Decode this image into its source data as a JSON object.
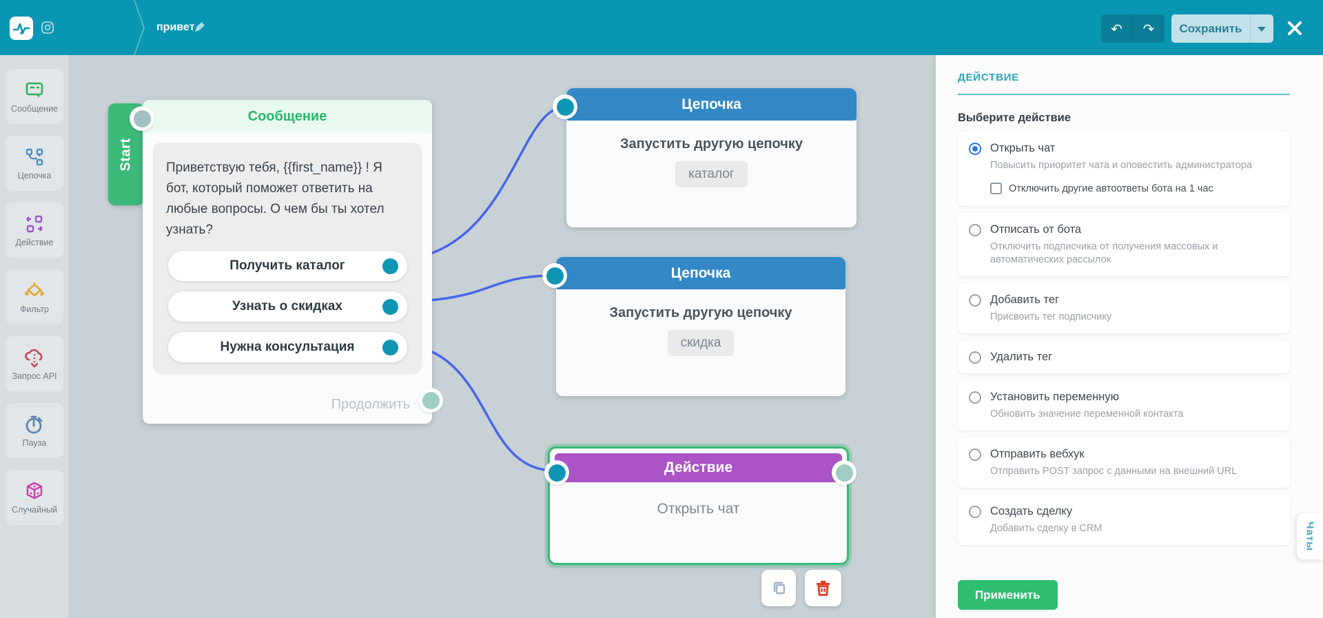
{
  "topbar": {
    "title": "привет",
    "save_label": "Сохранить"
  },
  "sidebar": {
    "items": [
      {
        "label": "Сообщение"
      },
      {
        "label": "Цепочка"
      },
      {
        "label": "Действие"
      },
      {
        "label": "Фильтр"
      },
      {
        "label": "Запрос API"
      },
      {
        "label": "Пауза"
      },
      {
        "label": "Случайный"
      }
    ]
  },
  "canvas": {
    "start_label": "Start",
    "message_node": {
      "title": "Сообщение",
      "body": "Приветствую тебя, {{first_name}} ! Я бот, который поможет ответить на любые вопросы. О чем бы ты хотел узнать?",
      "buttons": [
        "Получить каталог",
        "Узнать о скидках",
        "Нужна консультация"
      ],
      "continue_label": "Продолжить"
    },
    "chain_node_1": {
      "title": "Цепочка",
      "action": "Запустить другую цепочку",
      "target": "каталог"
    },
    "chain_node_2": {
      "title": "Цепочка",
      "action": "Запустить другую цепочку",
      "target": "скидка"
    },
    "action_node": {
      "title": "Действие",
      "action": "Открыть чат"
    }
  },
  "panel": {
    "header": "ДЕЙСТВИЕ",
    "section_label": "Выберите действие",
    "apply_label": "Применить",
    "options": [
      {
        "title": "Открыть чат",
        "subtitle": "Повысить приоритет чата и оповестить администратора",
        "checkbox_label": "Отключить другие автоответы бота на 1 час",
        "selected": true
      },
      {
        "title": "Отписать от бота",
        "subtitle": "Отключить подписчика от получения массовых и автоматических рассылок",
        "selected": false
      },
      {
        "title": "Добавить тег",
        "subtitle": "Присвоить тег подписчику",
        "selected": false
      },
      {
        "title": "Удалить тег",
        "selected": false
      },
      {
        "title": "Установить переменную",
        "subtitle": "Обновить значение переменной контакта",
        "selected": false
      },
      {
        "title": "Отправить вебхук",
        "subtitle": "Отправить POST запрос с данными на внешний URL",
        "selected": false
      },
      {
        "title": "Создать сделку",
        "subtitle": "Добавить сделку в CRM",
        "selected": false
      }
    ]
  },
  "chats_tab": {
    "label": "Чаты"
  },
  "colors": {
    "topbar_teal": "#0996b2",
    "canvas_gray": "#c8d1d5",
    "port_teal": "#1095b5",
    "wire_blue": "#4866e8",
    "chain_blue": "#3389c6",
    "action_purple": "#ab53c7",
    "message_green": "#27b666",
    "select_green": "#3cb878",
    "apply_green": "#2fbd70",
    "radio_blue": "#2b7de0",
    "danger_red": "#e23b25",
    "panel_teal": "#2aa6bc"
  }
}
